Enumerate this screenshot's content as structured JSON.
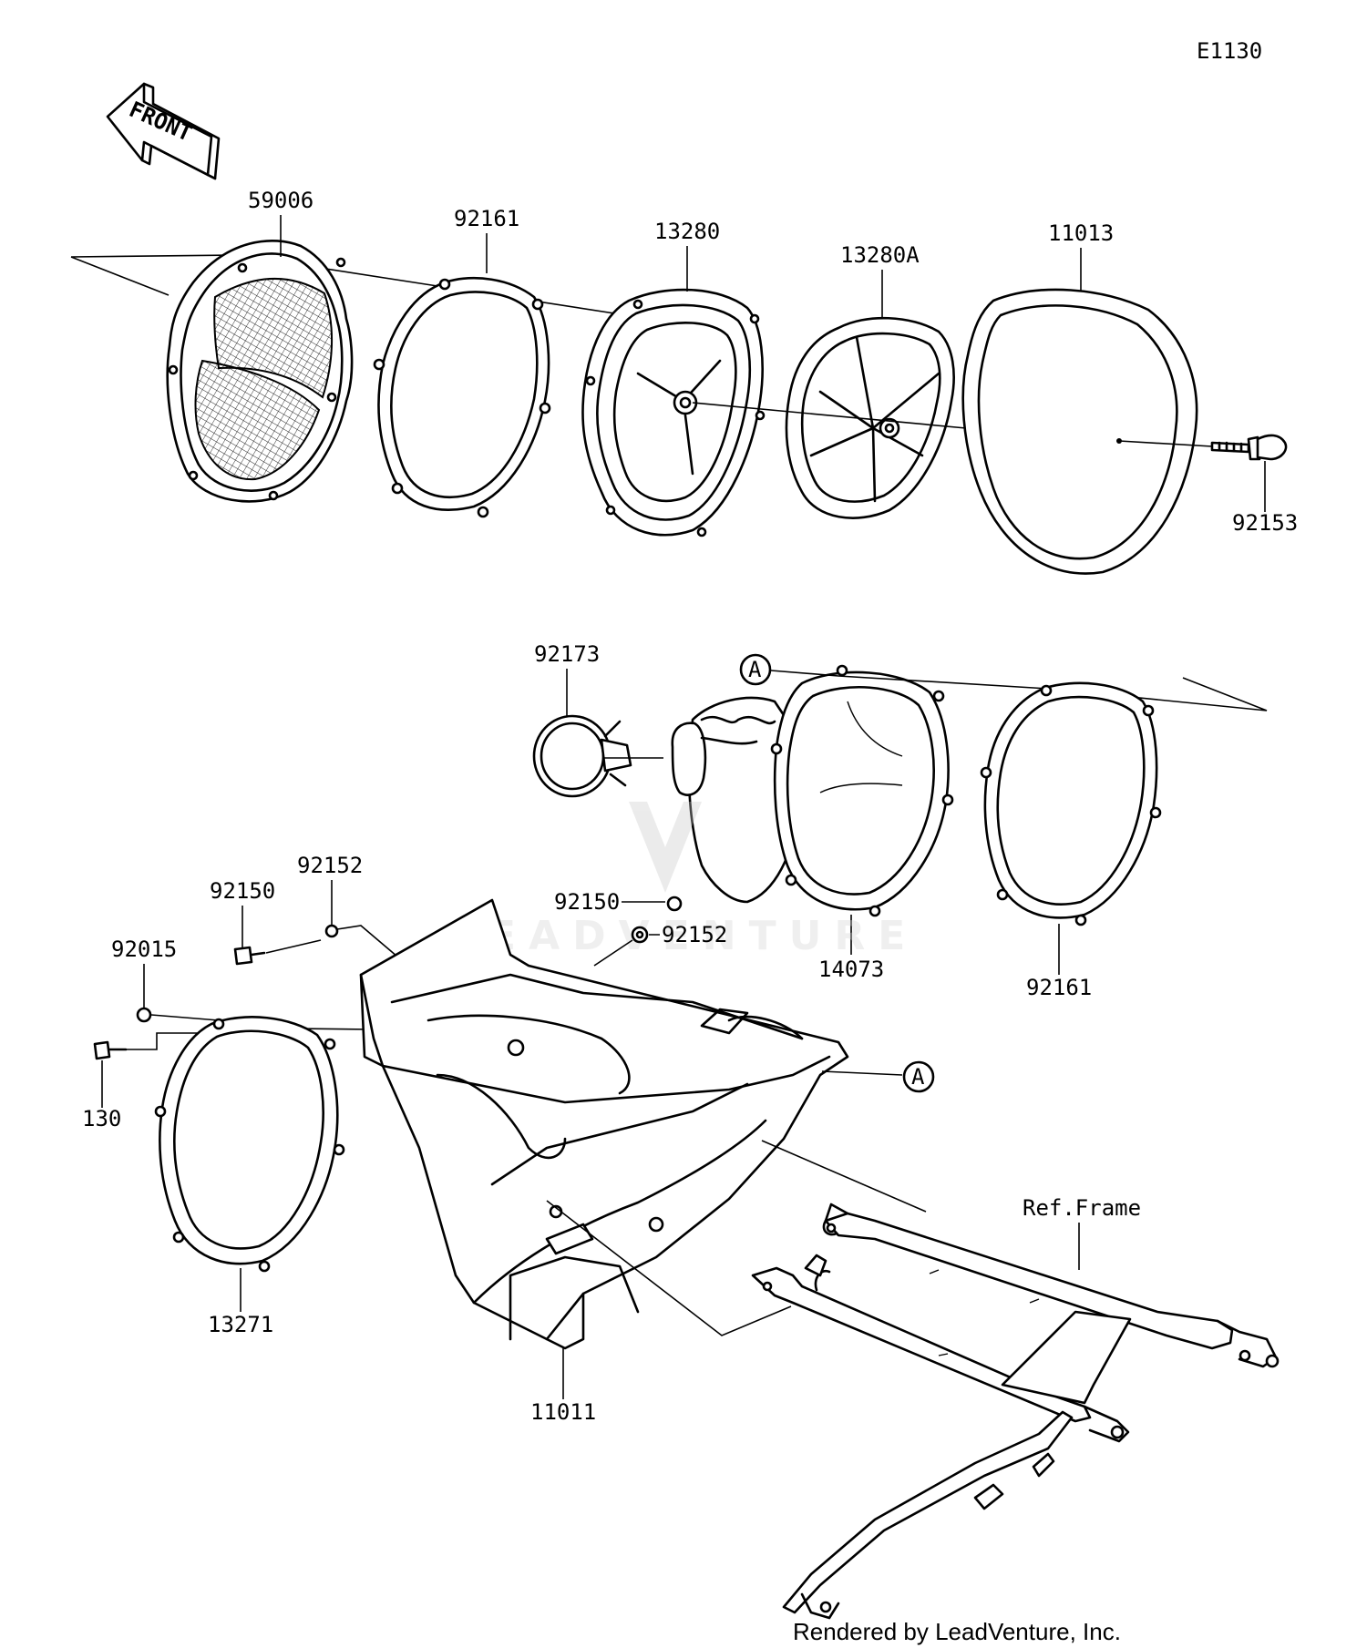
{
  "diagram_id": "E1130",
  "direction_label": "FRONT",
  "parts": {
    "p59006": "59006",
    "p92161_top": "92161",
    "p13280": "13280",
    "p13280A": "13280A",
    "p11013": "11013",
    "p92153": "92153",
    "p92173": "92173",
    "ref_a_top": "A",
    "p92161_mid": "92161",
    "p14073": "14073",
    "p92150_left": "92150",
    "p92152_left": "92152",
    "p92150_right": "92150",
    "p92152_right": "92152",
    "p92015": "92015",
    "p130": "130",
    "ref_a_right": "A",
    "p13271": "13271",
    "p11011": "11011",
    "ref_frame": "Ref.Frame"
  },
  "watermark": "LEADVENTURE",
  "footer": "Rendered by LeadVenture, Inc."
}
